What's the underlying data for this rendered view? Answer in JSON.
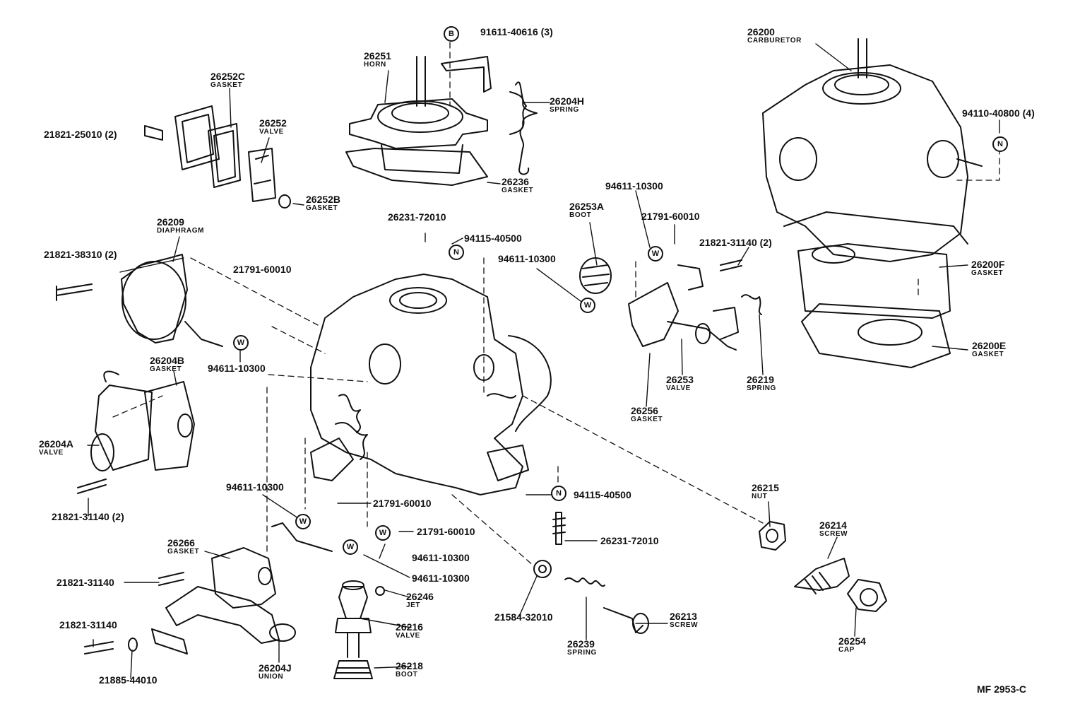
{
  "diagram_code": "MF 2953-C",
  "colors": {
    "ink": "#111111",
    "paper": "#ffffff"
  },
  "symbols": {
    "b": "B",
    "n": "N",
    "w": "W"
  },
  "callouts": {
    "c26200": {
      "number": "26200",
      "name": "CARBURETOR"
    },
    "c26251": {
      "number": "26251",
      "name": "HORN"
    },
    "c26252c": {
      "number": "26252C",
      "name": "GASKET"
    },
    "c26252": {
      "number": "26252",
      "name": "VALVE"
    },
    "c26252b": {
      "number": "26252B",
      "name": "GASKET"
    },
    "c26204h": {
      "number": "26204H",
      "name": "SPRING"
    },
    "c26236": {
      "number": "26236",
      "name": "GASKET"
    },
    "c26209": {
      "number": "26209",
      "name": "DIAPHRAGM"
    },
    "c26204b": {
      "number": "26204B",
      "name": "GASKET"
    },
    "c26204a": {
      "number": "26204A",
      "name": "VALVE"
    },
    "c26253a": {
      "number": "26253A",
      "name": "BOOT"
    },
    "c26253": {
      "number": "26253",
      "name": "VALVE"
    },
    "c26256": {
      "number": "26256",
      "name": "GASKET"
    },
    "c26219": {
      "number": "26219",
      "name": "SPRING"
    },
    "c26200f": {
      "number": "26200F",
      "name": "GASKET"
    },
    "c26200e": {
      "number": "26200E",
      "name": "GASKET"
    },
    "c26215": {
      "number": "26215",
      "name": "NUT"
    },
    "c26214": {
      "number": "26214",
      "name": "SCREW"
    },
    "c26254": {
      "number": "26254",
      "name": "CAP"
    },
    "c26213": {
      "number": "26213",
      "name": "SCREW"
    },
    "c26239": {
      "number": "26239",
      "name": "SPRING"
    },
    "c26266": {
      "number": "26266",
      "name": "GASKET"
    },
    "c26246": {
      "number": "26246",
      "name": "JET"
    },
    "c26216": {
      "number": "26216",
      "name": "VALVE"
    },
    "c26218": {
      "number": "26218",
      "name": "BOOT"
    },
    "c26204j": {
      "number": "26204J",
      "name": "UNION"
    }
  },
  "refs": {
    "r_91611_40616": "91611-40616 (3)",
    "r_21821_25010": "21821-25010 (2)",
    "r_94110_40800": "94110-40800 (4)",
    "r_26231_72010_top": "26231-72010",
    "r_94115_40500_top": "94115-40500",
    "r_94611_10300_tr": "94611-10300",
    "r_21791_60010_tr": "21791-60010",
    "r_94611_10300_mr": "94611-10300",
    "r_21821_31140_r": "21821-31140 (2)",
    "r_21821_38310": "21821-38310 (2)",
    "r_21791_60010_l": "21791-60010",
    "r_94611_10300_l": "94611-10300",
    "r_21821_31140_l": "21821-31140 (2)",
    "r_94611_10300_bl": "94611-10300",
    "r_21791_60010_bl": "21791-60010",
    "r_21791_60010_bc": "21791-60010",
    "r_94611_10300_bc1": "94611-10300",
    "r_94611_10300_bc2": "94611-10300",
    "r_94115_40500_b": "94115-40500",
    "r_26231_72010_b": "26231-72010",
    "r_21584_32010": "21584-32010",
    "r_21821_31140_b1": "21821-31140",
    "r_21821_31140_b2": "21821-31140",
    "r_21885_44010": "21885-44010"
  }
}
